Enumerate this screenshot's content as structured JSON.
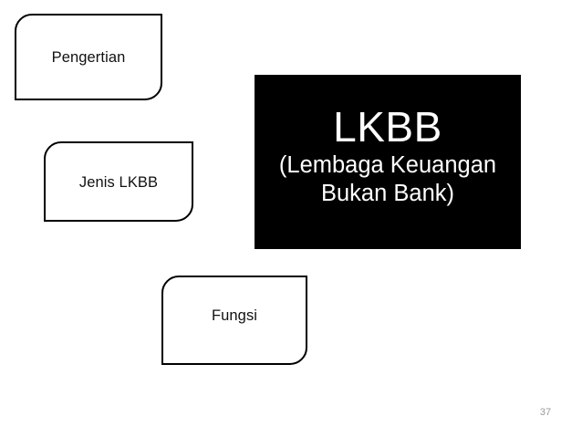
{
  "slide": {
    "background_color": "#ffffff",
    "page_number": "37"
  },
  "title_block": {
    "background_color": "#000000",
    "text_color": "#ffffff",
    "acronym": "LKBB",
    "expansion_line_1": "(Lembaga Keuangan",
    "expansion_line_2": "Bukan Bank)"
  },
  "topic_boxes": [
    {
      "label": "Pengertian"
    },
    {
      "label": "Jenis LKBB"
    },
    {
      "label": "Fungsi"
    }
  ]
}
